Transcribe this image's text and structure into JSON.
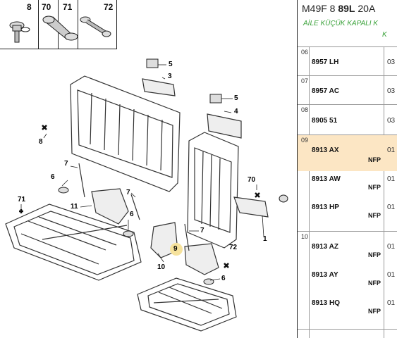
{
  "fasteners": [
    {
      "num": "8",
      "icon": "bolt-washer-icon"
    },
    {
      "num": "70",
      "icon": "screw-icon"
    },
    {
      "num": "71",
      "icon": "flange-screw-icon"
    },
    {
      "num": "72",
      "icon": "self-tapping-screw-icon"
    }
  ],
  "diagram_labels": [
    "1",
    "3",
    "4",
    "5",
    "5",
    "6",
    "6",
    "6",
    "7",
    "7",
    "7",
    "8",
    "9",
    "10",
    "11",
    "70",
    "71",
    "72"
  ],
  "panel": {
    "ref_prefix": "M49F 8",
    "ref_bold": "89L",
    "ref_suffix": "20A",
    "subtitle": "AİLE KÜÇÜK KAPALI K",
    "subtitle2": "K",
    "groups": [
      {
        "code": "06",
        "items": [
          {
            "part": "8957 LH",
            "qty": "03",
            "nfp": ""
          }
        ]
      },
      {
        "code": "07",
        "items": [
          {
            "part": "8957 AC",
            "qty": "03",
            "nfp": ""
          }
        ]
      },
      {
        "code": "08",
        "items": [
          {
            "part": "8905 51",
            "qty": "03",
            "nfp": ""
          }
        ]
      },
      {
        "code": "09",
        "items": [
          {
            "part": "8913 AX",
            "qty": "01",
            "nfp": "NFP"
          },
          {
            "part": "8913 AW",
            "qty": "01",
            "nfp": "NFP"
          },
          {
            "part": "8913 HP",
            "qty": "01",
            "nfp": "NFP"
          }
        ]
      },
      {
        "code": "10",
        "items": [
          {
            "part": "8913 AZ",
            "qty": "01",
            "nfp": "NFP"
          },
          {
            "part": "8913 AY",
            "qty": "01",
            "nfp": "NFP"
          },
          {
            "part": "8913 HQ",
            "qty": "01",
            "nfp": "NFP"
          }
        ]
      }
    ],
    "highlight_color": "#fce6c4"
  }
}
